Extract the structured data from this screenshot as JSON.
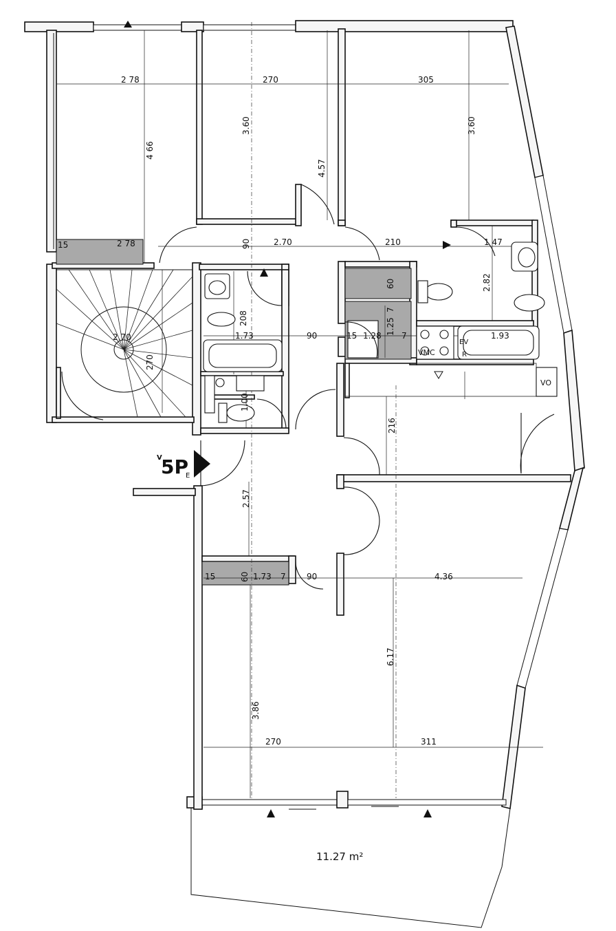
{
  "plan": {
    "logo": {
      "big": "5P",
      "sup": "V",
      "sub": "E"
    },
    "terrace_area": "11.27 m²",
    "labels": {
      "vmc": "VMC",
      "vo": "VO",
      "ev": "EV",
      "r": "R"
    },
    "dimensions": {
      "d278_top": "2 78",
      "d270_top": "270",
      "d305_top": "305",
      "d466": "4 66",
      "d360_mid": "3.60",
      "d457": "4.57",
      "d360_right": "3.60",
      "d15_a": "15",
      "d278_b": "2 78",
      "d90_a": "90",
      "d270_b": "2.70",
      "d210": "210",
      "d147": "1 47",
      "d60_a": "60",
      "d282": "2.82",
      "d208": "208",
      "d7_a": "7",
      "d125": "1.25",
      "d270_stair": "2.70",
      "d173_a": "1.73",
      "d90_b": "90",
      "d15_b": "15",
      "d128": "1.28",
      "d7_b": "7",
      "d193": "1.93",
      "d270_vert": "270",
      "d100": "1.00",
      "d216": "216",
      "d257": "2.57",
      "d15_c": "15",
      "d60_c": "60",
      "d173_c": "1.73",
      "d7_c": "7",
      "d90_c": "90",
      "d436": "4.36",
      "d617": "6.17",
      "d386": "3.86",
      "d270_bottom": "270",
      "d311": "311"
    }
  }
}
